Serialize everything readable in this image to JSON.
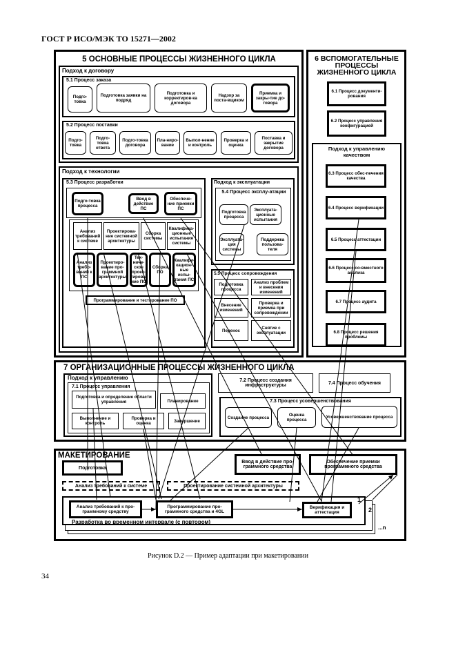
{
  "header": "ГОСТ Р ИСО/МЭК ТО 15271—2002",
  "sec5": {
    "title": "5 ОСНОВНЫЕ ПРОЦЕССЫ ЖИЗНЕННОГО ЦИКЛА",
    "contract": {
      "label": "Подход к договору",
      "acq": {
        "label": "5.1 Процесс заказа",
        "items": [
          "Подго-товка",
          "Подготовка заявки на подряд",
          "Подготовка и корректиров-ка договора",
          "Надзор за поста-вщиком",
          "Приемка и закры-тие до-говора"
        ]
      },
      "sup": {
        "label": "5.2 Процесс поставки",
        "items": [
          "Подго-товка",
          "Подго-товка ответа",
          "Подго-товка договора",
          "Пла-ниро-вание",
          "Выпол-нение и контроль",
          "Проверка и оценка",
          "Поставка и закрытие договора"
        ]
      }
    },
    "tech": {
      "label": "Подход к технологии",
      "dev": {
        "label": "5.3 Процесс разработки",
        "top": [
          "Подго-товка процесса",
          "Ввод в действие ПС",
          "Обеспече-ние приемки ПС"
        ],
        "row1": [
          "Анализ требований к системе",
          "Проектирова-ние системной архитектуры",
          "Сборка системы",
          "Квалифика-ционные испытания системы"
        ],
        "row2": [
          "Анализ требо-ваний к ПС",
          "Проектиро-вание про-граммной архитектуры",
          "Тех-ниче-ское проек-тирова-ние ПС",
          "Сборка ПО",
          "Квалифи-кацион-ные испы-тания ПС"
        ],
        "bottom": "Программирование и тестирование ПО"
      },
      "ops": {
        "label": "Подход к эксплуатации",
        "proc": "5.4 Процесс эксплу-атации",
        "items": [
          "Подготовка процесса",
          "Эксплуата-ционные испытания",
          "Эксплуата-ция системы",
          "Поддержка пользова-теля"
        ]
      },
      "maint": {
        "label": "5.5 Процесс сопровождения",
        "items": [
          "Подготовка процесса",
          "Анализ проблем и внесения изменений",
          "Внесение изменений",
          "Проверка и приемка при сопровождении",
          "Перенос",
          "Снятие с эксплуатации"
        ]
      }
    }
  },
  "sec6": {
    "title": "6 ВСПОМОГАТЕЛЬНЫЕ ПРОЦЕССЫ ЖИЗНЕННОГО ЦИКЛА",
    "p61": "6.1 Процесс документи-рования",
    "p62": "6.2 Процесс управления конфигурацией",
    "quality": "Подход к управлению качеством",
    "p63": "6.3 Процесс обес-печения качества",
    "p64": "6.4 Процесс верификации",
    "p65": "6.5 Процесс аттестации",
    "p66": "6.6 Процесс со-вместного анализа",
    "p67": "6.7 Процесс аудита",
    "p68": "6.8 Процесс решения проблемы"
  },
  "sec7": {
    "title": "7 ОРГАНИЗАЦИОННЫЕ ПРОЦЕССЫ ЖИЗНЕННОГО ЦИКЛА",
    "mgmt": "Подход к управлению",
    "p71": "7.1 Процесс управления",
    "p71items": [
      "Подготовка и определение области управления",
      "Планирование",
      "Выполнение и контроль",
      "Проверка и оценка",
      "Завершение"
    ],
    "p72": "7.2 Процесс создания инфраструктуры",
    "p74": "7.4 Процесс обучения",
    "p73": "7.3 Процесс усовершенствования",
    "p73items": [
      "Создание процесса",
      "Оценка процесса",
      "Усовершенствование процесса"
    ]
  },
  "proto": {
    "title": "МАКЕТИРОВАНИЕ",
    "prep": "Подготовка",
    "deploy": "Ввод в действие про-граммного средства",
    "accept": "Обеспечение приемки программного средства",
    "req": "Анализ требований к системе",
    "arch": "Проектирование системной архитектуры",
    "swreq": "Анализ требований к про-граммному средству",
    "prog": "Программирование про-граммного средства и 4GL",
    "verif": "Верификация и аттестация",
    "iter": "Разработка во временном интервале (с повтором)",
    "n1": "1",
    "n2": "2",
    "nn": "...n"
  },
  "caption": "Рисунок D.2 — Пример адаптации при макетировании",
  "page_number": "34"
}
